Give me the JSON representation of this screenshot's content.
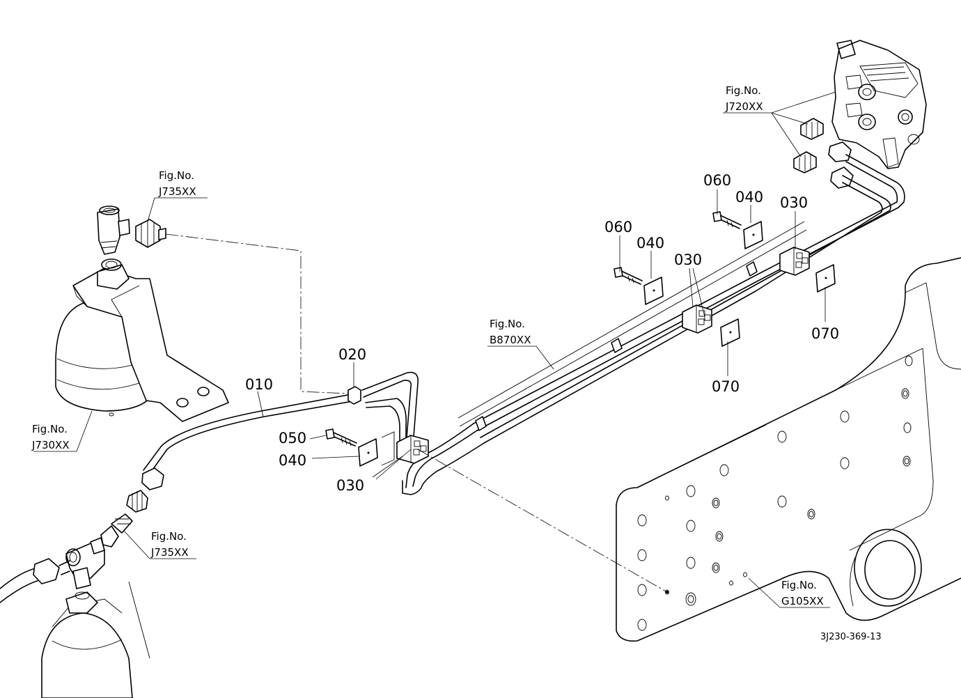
{
  "parts": {
    "p010": "010",
    "p020": "020",
    "p030a": "030",
    "p030b": "030",
    "p030c": "030",
    "p040a": "040",
    "p040b": "040",
    "p040c": "040",
    "p050": "050",
    "p060a": "060",
    "p060b": "060",
    "p070a": "070",
    "p070b": "070"
  },
  "figure_refs": {
    "j720": {
      "prefix": "Fig.No.",
      "code": "J720XX"
    },
    "j735_top": {
      "prefix": "Fig.No.",
      "code": "J735XX"
    },
    "j730": {
      "prefix": "Fig.No.",
      "code": "J730XX"
    },
    "b870": {
      "prefix": "Fig.No.",
      "code": "B870XX"
    },
    "j735_bottom": {
      "prefix": "Fig.No.",
      "code": "J735XX"
    },
    "g105": {
      "prefix": "Fig.No.",
      "code": "G105XX"
    }
  },
  "drawing_code": "3J230-369-13"
}
